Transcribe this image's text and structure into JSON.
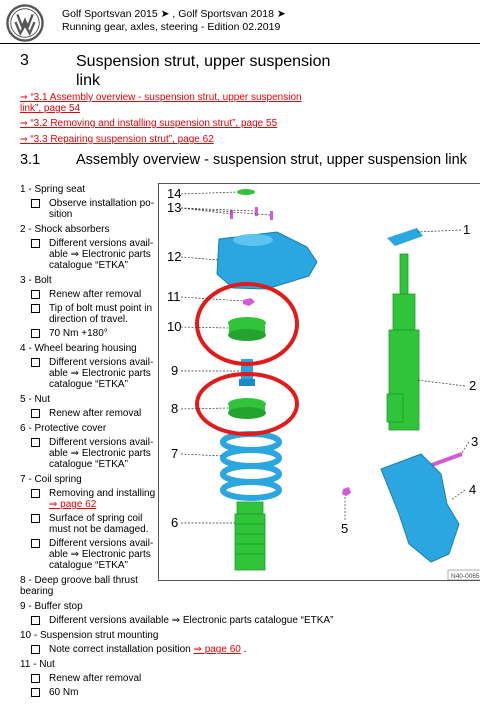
{
  "header": {
    "brand_icon": "vw-logo-icon",
    "line1": "Golf Sportsvan 2015 ➤ , Golf Sportsvan 2018 ➤",
    "line2": "Running gear, axles, steering - Edition 02.2019"
  },
  "chapter": {
    "number": "3",
    "title_line1": "Suspension strut, upper suspension",
    "title_line2": "link"
  },
  "links": [
    {
      "arrow": "⇒",
      "text_line1": "“3.1 Assembly overview - suspension strut, upper suspension",
      "text_line2": "link”, page 54"
    },
    {
      "arrow": "⇒",
      "text_line1": "“3.2 Removing and installing suspension strut”, page 55"
    },
    {
      "arrow": "⇒",
      "text_line1": "“3.3 Repairing suspension strut”, page 62"
    }
  ],
  "section": {
    "number": "3.1",
    "title": "Assembly overview - suspension strut, upper suspension link"
  },
  "parts": [
    {
      "head": "1 - Spring seat",
      "notes": [
        "Observe installation po-",
        "sition"
      ]
    },
    {
      "head": "2 - Shock absorbers",
      "notes": [
        "Different versions avail-",
        "able ⇒  Electronic parts",
        "catalogue “ETKA”"
      ]
    },
    {
      "head": "3 - Bolt",
      "notes": [
        "Renew after removal"
      ],
      "notes2": [
        "Tip of bolt must point in",
        "direction of travel."
      ],
      "notes3": [
        "70 Nm +180°"
      ]
    },
    {
      "head": "4 - Wheel bearing housing",
      "notes": [
        "Different versions avail-",
        "able ⇒  Electronic parts",
        "catalogue “ETKA”"
      ]
    },
    {
      "head": "5 - Nut",
      "notes": [
        "Renew after removal"
      ]
    },
    {
      "head": "6 - Protective cover",
      "notes": [
        "Different versions avail-",
        "able ⇒  Electronic parts",
        "catalogue “ETKA”"
      ]
    },
    {
      "head": "7 - Coil spring",
      "notes": [
        "Removing and installing"
      ],
      "link": "⇒ page 62",
      "notes2": [
        "Surface of spring coil",
        "must not be damaged."
      ],
      "notes3": [
        "Different versions avail-",
        "able ⇒  Electronic parts",
        "catalogue “ETKA”"
      ]
    },
    {
      "head_line1": "8 - Deep groove ball thrust",
      "head_line2": "bearing"
    },
    {
      "head": "9 - Buffer stop",
      "wide_note": "Different versions available ⇒  Electronic parts catalogue “ETKA”"
    },
    {
      "head": "10 - Suspension strut mounting",
      "wide_note_pre": "Note correct installation position ",
      "wide_note_link": "⇒ page 60",
      "wide_note_post": " ."
    },
    {
      "head": "11 - Nut",
      "notes": [
        "Renew after removal"
      ],
      "notes2": [
        "60 Nm"
      ]
    }
  ],
  "figure": {
    "callouts_left": [
      "14",
      "13",
      "12",
      "11",
      "10",
      "9",
      "8",
      "7",
      "6"
    ],
    "callouts_right": [
      "1",
      "2",
      "3",
      "4"
    ],
    "callout_bottom": "5",
    "ref_code": "N40-0065"
  },
  "colors": {
    "link_red": "#e8000b",
    "part_blue": "#2aa7e0",
    "part_green": "#2fc43a",
    "part_magenta": "#d45ad6",
    "highlight_red": "#e21a1a"
  }
}
